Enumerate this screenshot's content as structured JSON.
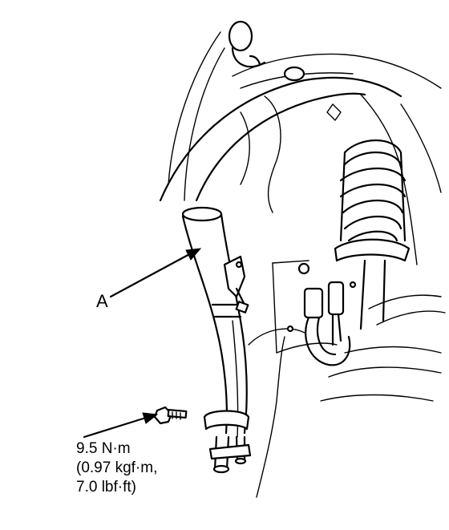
{
  "callouts": {
    "part_a": "A"
  },
  "torque_spec": {
    "line1": "9.5 N·m",
    "line2": "(0.97 kgf·m,",
    "line3": "7.0 lbf·ft)"
  }
}
